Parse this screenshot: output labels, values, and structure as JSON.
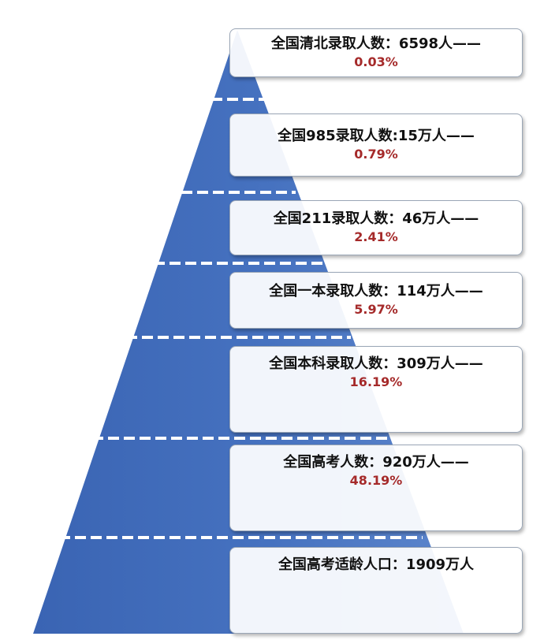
{
  "colors": {
    "pyramid_fill": "#3d68b7",
    "pyramid_fill_light": "#5c86cf",
    "divider": "#ffffff",
    "percent_text": "#a52a2a",
    "label_text": "#111111"
  },
  "levels": [
    {
      "text": "全国清北录取人数：6598人——",
      "percent": "0.03%"
    },
    {
      "text": "全国985录取人数:15万人——",
      "percent": "0.79%"
    },
    {
      "text": "全国211录取人数：46万人——",
      "percent": "2.41%"
    },
    {
      "text": "全国一本录取人数：114万人——",
      "percent": "5.97%"
    },
    {
      "text": "全国本科录取人数：309万人——",
      "percent": "16.19%"
    },
    {
      "text": "全国高考人数：920万人——",
      "percent": "48.19%"
    },
    {
      "text": "全国高考适龄人口：1909万人",
      "percent": ""
    }
  ]
}
